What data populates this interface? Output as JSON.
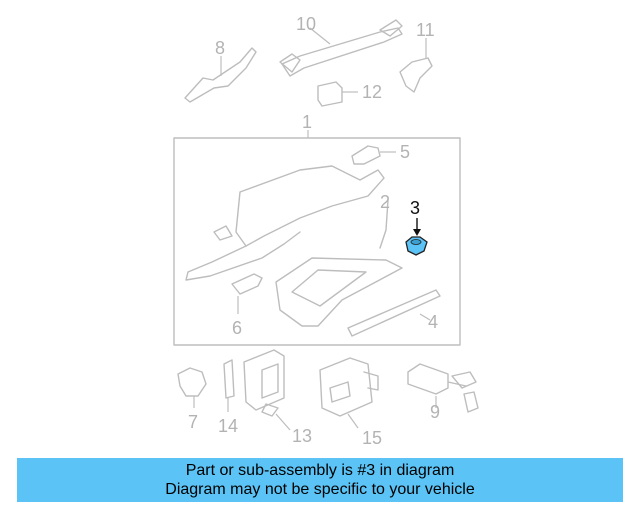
{
  "diagram": {
    "labels": {
      "p1": "1",
      "p2": "2",
      "p3": "3",
      "p4": "4",
      "p5": "5",
      "p6": "6",
      "p7": "7",
      "p8": "8",
      "p9": "9",
      "p10": "10",
      "p11": "11",
      "p12": "12",
      "p13": "13",
      "p14": "14",
      "p15": "15"
    },
    "highlight_part": "3",
    "highlight_color": "#5bc3f5",
    "line_color": "#bdbdbd"
  },
  "banner": {
    "line1": "Part or sub-assembly is #3 in diagram",
    "line2": "Diagram may not be specific to your vehicle",
    "background": "#5bc3f5"
  }
}
